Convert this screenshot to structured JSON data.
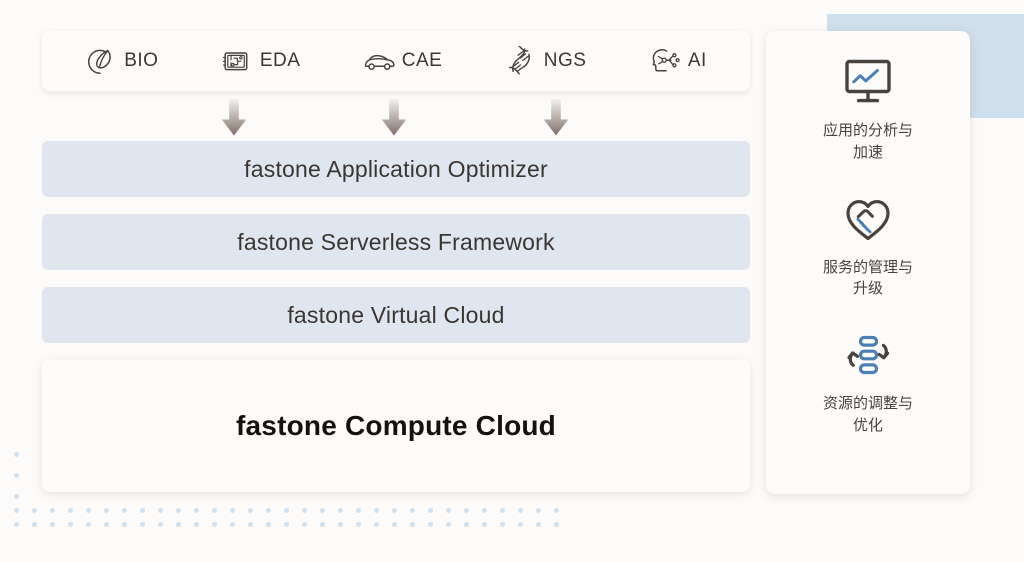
{
  "theme": {
    "background": "#fdfbf9",
    "bar_fill": "#dfe6ef",
    "card_fill": "#fdfcfa",
    "accent_blue": "#cfdfeb",
    "dot_blue": "#cfe0ef",
    "icon_dark": "#4a423d",
    "icon_blue": "#4b7fb5",
    "text_dark": "#3b3631",
    "text_muted": "#4a433e"
  },
  "domain_bar": {
    "items": [
      {
        "icon": "leaf-circle-icon",
        "label": "BIO"
      },
      {
        "icon": "chip-circuit-icon",
        "label": "EDA"
      },
      {
        "icon": "car-icon",
        "label": "CAE"
      },
      {
        "icon": "dna-helix-icon",
        "label": "NGS"
      },
      {
        "icon": "brain-network-icon",
        "label": "AI"
      }
    ]
  },
  "arrows": {
    "count": 3,
    "direction": "down",
    "icon": "arrow-down-icon"
  },
  "stack": {
    "bars": [
      {
        "label": "fastone Application Optimizer"
      },
      {
        "label": "fastone Serverless Framework"
      },
      {
        "label": "fastone Virtual Cloud"
      }
    ]
  },
  "foundation": {
    "label": "fastone Compute Cloud"
  },
  "features": {
    "items": [
      {
        "icon": "monitor-chart-icon",
        "text": "应用的分析与\n加速"
      },
      {
        "icon": "handshake-heart-icon",
        "text": "服务的管理与\n升级"
      },
      {
        "icon": "resource-sync-icon",
        "text": "资源的调整与\n优化"
      }
    ]
  }
}
